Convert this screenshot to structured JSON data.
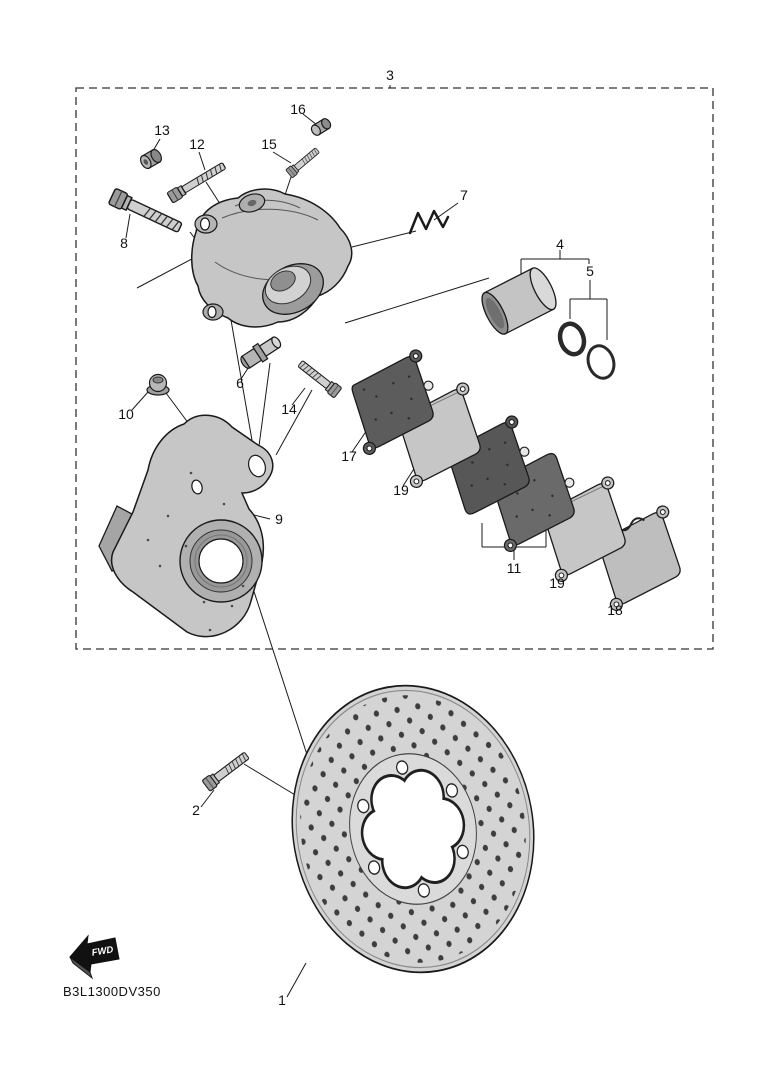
{
  "page": {
    "background": "#ffffff",
    "line_color": "#1a1a1a"
  },
  "meta": {
    "drawing_code": "B3L1300DV350",
    "fwd_label": "FWD"
  },
  "callouts": [
    {
      "text": "3"
    },
    {
      "text": "16"
    },
    {
      "text": "13"
    },
    {
      "text": "12"
    },
    {
      "text": "15"
    },
    {
      "text": "7"
    },
    {
      "text": "8"
    },
    {
      "text": "4"
    },
    {
      "text": "5"
    },
    {
      "text": "6"
    },
    {
      "text": "10"
    },
    {
      "text": "14"
    },
    {
      "text": "17"
    },
    {
      "text": "19"
    },
    {
      "text": "9"
    },
    {
      "text": "11"
    },
    {
      "text": "19"
    },
    {
      "text": "18"
    },
    {
      "text": "2"
    },
    {
      "text": "1"
    }
  ]
}
